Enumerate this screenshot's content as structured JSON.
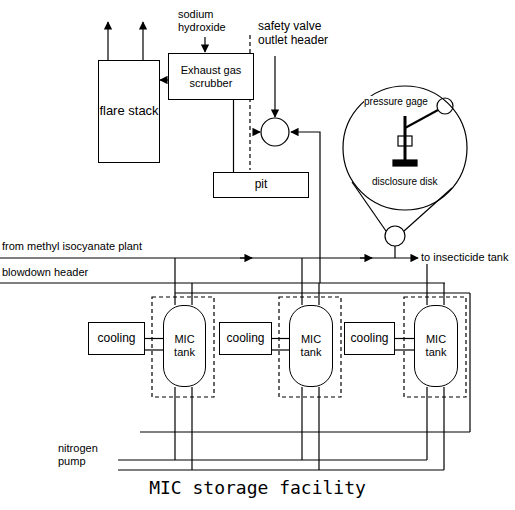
{
  "diagram": {
    "caption": "MIC storage facility",
    "nodes": [
      {
        "text": [
          "flare stack"
        ]
      },
      {
        "text": [
          "Exhaust gas scrubber"
        ]
      },
      {
        "text": [
          "pit"
        ]
      },
      {
        "text": [
          "cooling"
        ]
      },
      {
        "text": [
          "MIC tank"
        ]
      },
      {
        "text": [
          "cooling"
        ]
      },
      {
        "text": [
          "MIC tank"
        ]
      },
      {
        "text": [
          "cooling"
        ]
      },
      {
        "text": [
          "MIC tank"
        ]
      }
    ],
    "edges": [
      {
        "from": 1,
        "to": 0,
        "arrow": "to"
      },
      {
        "from": 1,
        "to": 2,
        "arrow": "none"
      },
      {
        "from": 3,
        "to": 4,
        "arrow": "none"
      },
      {
        "from": 5,
        "to": 6,
        "arrow": "none"
      },
      {
        "from": 7,
        "to": 8,
        "arrow": "none"
      }
    ],
    "labels": [
      "sodium hydroxide",
      "safety valve outlet header",
      "pressure gage",
      "disclosure disk",
      "from methyl isocyanate plant",
      "blowdown header",
      "to insecticide tank",
      "nitrogen pump"
    ]
  }
}
